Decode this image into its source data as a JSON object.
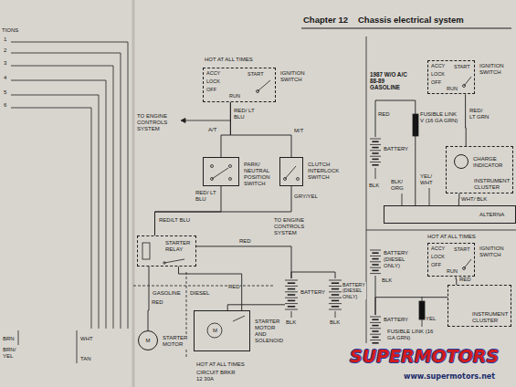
{
  "diagram": {
    "nodes": [
      {
        "text": [
          "ACCY",
          "LOCK",
          "OFF",
          "RUN",
          "START",
          "IGNITION SWITCH"
        ]
      },
      {
        "text": [
          "PARK/ NEUTRAL POSITION SWITCH"
        ]
      },
      {
        "text": [
          "CLUTCH INTERLOCK SWITCH"
        ]
      },
      {
        "text": [
          "STARTER RELAY"
        ]
      },
      {
        "text": [
          "BATTERY"
        ]
      },
      {
        "text": [
          "BATTERY (DIESEL ONLY)"
        ]
      },
      {
        "text": [
          "M",
          "STARTER MOTOR"
        ]
      },
      {
        "text": [
          "M",
          "STARTER MOTOR AND SOLENOID"
        ]
      },
      {
        "text": [
          "ACCY",
          "LOCK",
          "OFF",
          "RUN",
          "START",
          "IGNITION SWITCH"
        ]
      },
      {
        "text": [
          "BATTERY"
        ]
      },
      {
        "text": [
          "INSTRUMENT CLUSTER"
        ]
      },
      {
        "text": [
          "CHARGE INDICATOR"
        ],
        "in": 10
      },
      {
        "text": [
          "ALTERNA"
        ]
      },
      {
        "text": [
          "BATTERY (DIESEL ONLY)"
        ]
      },
      {
        "text": [
          "ACCY",
          "LOCK",
          "OFF",
          "RUN",
          "START",
          "IGNITION SWITCH"
        ]
      },
      {
        "text": [
          "BATTERY"
        ]
      },
      {
        "text": [
          "INSTRUMENT CLUSTER"
        ]
      }
    ],
    "edges": [
      {
        "from": 0,
        "to": 1,
        "arrow": "none"
      },
      {
        "from": 0,
        "to": 2,
        "arrow": "none"
      },
      {
        "from": 1,
        "to": 3,
        "arrow": "none"
      },
      {
        "from": 2,
        "to": 3,
        "arrow": "none"
      },
      {
        "from": 4,
        "to": 3,
        "arrow": "none"
      },
      {
        "from": 3,
        "to": 6,
        "arrow": "none"
      },
      {
        "from": 3,
        "to": 7,
        "arrow": "none"
      },
      {
        "from": 4,
        "to": 7,
        "arrow": "none"
      },
      {
        "from": 4,
        "to": 5,
        "arrow": "none"
      },
      {
        "from": 8,
        "to": 10,
        "arrow": "none"
      },
      {
        "from": 9,
        "to": 12,
        "arrow": "none"
      },
      {
        "from": 10,
        "to": 12,
        "arrow": "none"
      },
      {
        "from": 13,
        "to": 15,
        "arrow": "none"
      },
      {
        "from": 14,
        "to": 16,
        "arrow": "none"
      },
      {
        "from": 15,
        "to": 16,
        "arrow": "none"
      }
    ],
    "labels": [
      "Chapter 12",
      "Chassis electrical system",
      "TIONS",
      "1",
      "2",
      "3",
      "4",
      "5",
      "6",
      "BRN",
      "BRN/ YEL",
      "WHT",
      "TAN",
      "HOT AT ALL TIMES",
      "RED/ LT BLU",
      "A/T",
      "M/T",
      "TO ENGINE CONTROLS SYSTEM",
      "RED/ LT BLU",
      "RED/LT BLU",
      "GRY/YEL",
      "TO ENGINE CONTROLS SYSTEM",
      "RED",
      "RED",
      "RED",
      "GASOLINE",
      "DIESEL",
      "BLK",
      "BLK",
      "HOT AT ALL TIMES",
      "CIRCUIT BRKR 12 30A",
      "1987 W/O A/C 88-89 GASOLINE",
      "RED",
      "FUSIBLE LINK V (16 GA GRN)",
      "RED/ LT GRN",
      "BLK/ ORG",
      "YEL/ WHT",
      "WHT/ BLK",
      "BLK",
      "HOT AT ALL TIMES",
      "BLK",
      "FUSIBLE LINK (16 GA GRN)",
      "RED",
      "YEL",
      "SUPERMOTORS",
      "www.supermotors.net"
    ]
  }
}
